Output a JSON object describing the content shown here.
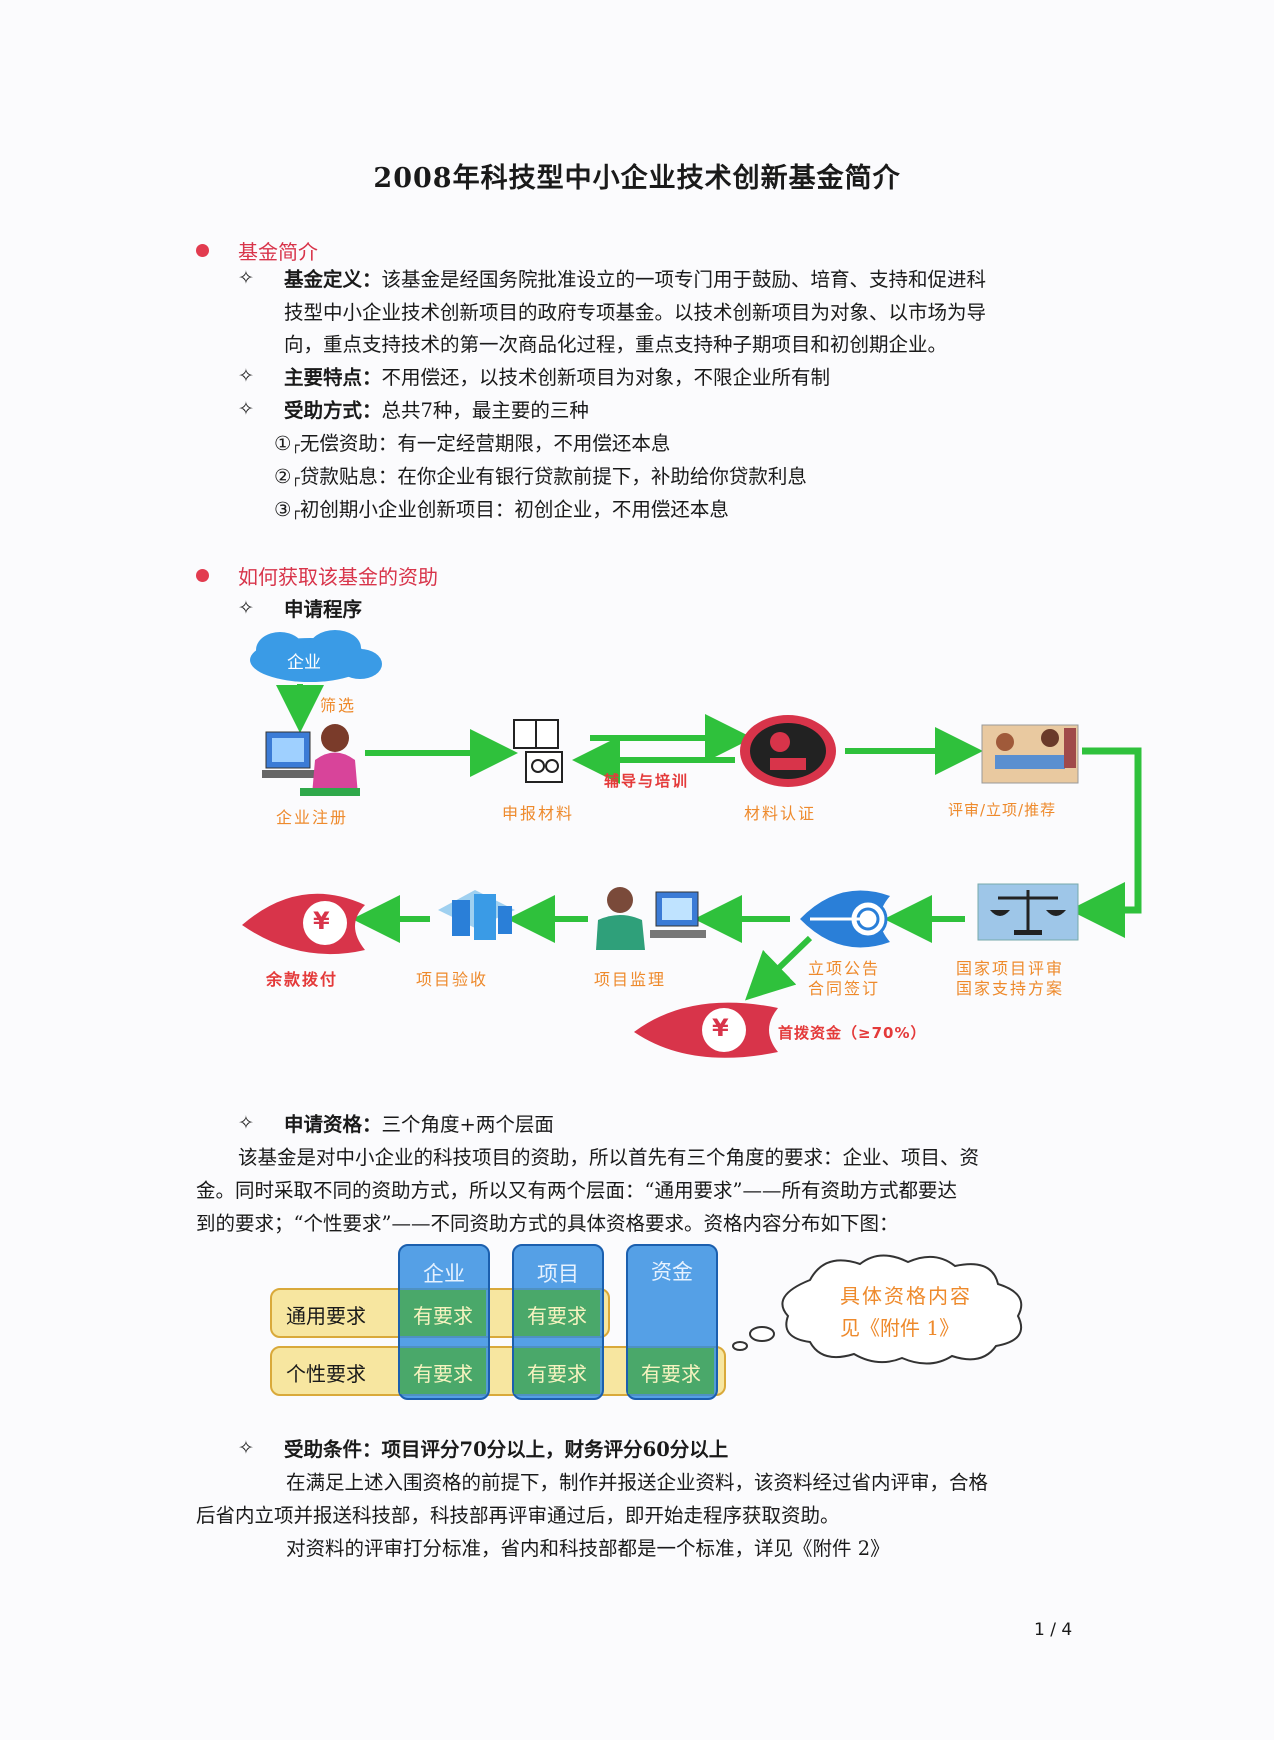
{
  "title": "2008年科技型中小企业技术创新基金简介",
  "section1": {
    "heading": "基金简介",
    "items": [
      {
        "label": "基金定义：",
        "lines": [
          "该基金是经国务院批准设立的一项专门用于鼓励、培育、支持和促进科",
          "技型中小企业技术创新项目的政府专项基金。以技术创新项目为对象、以市场为导",
          "向，重点支持技术的第一次商品化过程，重点支持种子期项目和初创期企业。"
        ]
      },
      {
        "label": "主要特点：",
        "text": "不用偿还，以技术创新项目为对象，不限企业所有制"
      },
      {
        "label": "受助方式：",
        "text": "总共7种，最主要的三种"
      }
    ],
    "methods": [
      {
        "num": "①",
        "text": "无偿资助：有一定经营期限，不用偿还本息"
      },
      {
        "num": "②",
        "text": "贷款贴息：在你企业有银行贷款前提下，补助给你贷款利息"
      },
      {
        "num": "③",
        "text": "初创期小企业创新项目：初创企业，不用偿还本息"
      }
    ]
  },
  "section2": {
    "heading": "如何获取该基金的资助",
    "subheading": "申请程序",
    "flow": {
      "cloud": "企业",
      "filter": "筛选",
      "register": "企业注册",
      "materials": "申报材料",
      "training": "辅导与培训",
      "certify": "材料认证",
      "review": "评审/立项/推荐",
      "national": [
        "国家项目评审",
        "国家支持方案"
      ],
      "announce": [
        "立项公告",
        "合同签订"
      ],
      "first_funds": "首拨资金（≥70%）",
      "supervision": "项目监理",
      "acceptance": "项目验收",
      "balance": "余款拨付",
      "yen": "¥"
    },
    "eligibility": {
      "label": "申请资格：",
      "text": "三个角度+两个层面",
      "para": [
        "该基金是对中小企业的科技项目的资助，所以首先有三个角度的要求：企业、项目、资",
        "金。同时采取不同的资助方式，所以又有两个层面：“通用要求”——所有资助方式都要达",
        "到的要求；“个性要求”——不同资助方式的具体资格要求。资格内容分布如下图："
      ]
    },
    "matrix": {
      "columns": [
        "企业",
        "项目",
        "资金"
      ],
      "rows": [
        {
          "label": "通用要求",
          "cells": [
            "有要求",
            "有要求"
          ]
        },
        {
          "label": "个性要求",
          "cells": [
            "有要求",
            "有要求",
            "有要求"
          ]
        }
      ],
      "note": [
        "具体资格内容",
        "见《附件 1》"
      ]
    },
    "conditions": {
      "label": "受助条件：",
      "text": "项目评分70分以上，财务评分60分以上",
      "para": [
        "在满足上述入围资格的前提下，制作并报送企业资料，该资料经过省内评审，合格",
        "后省内立项并报送科技部，科技部再评审通过后，即开始走程序获取资助。",
        "对资料的评审打分标准，省内和科技部都是一个标准，详见《附件 2》"
      ]
    }
  },
  "page": "1 / 4",
  "colors": {
    "accent_red": "#d8344a",
    "arrow_green": "#2fc13c",
    "column_blue": "#2f8be0",
    "row_yellow": "#f7e6a0"
  }
}
